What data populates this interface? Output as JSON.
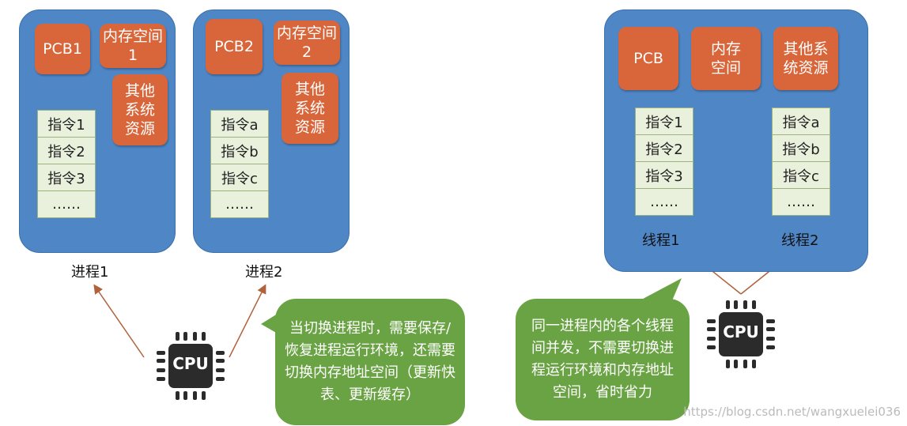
{
  "left": {
    "process1": {
      "pcb": "PCB1",
      "memory": "内存空间1",
      "other": "其他系统资源",
      "instructions": [
        "指令1",
        "指令2",
        "指令3",
        "……"
      ],
      "label": "进程1"
    },
    "process2": {
      "pcb": "PCB2",
      "memory": "内存空间2",
      "other": "其他系统资源",
      "instructions": [
        "指令a",
        "指令b",
        "指令c",
        "……"
      ],
      "label": "进程2"
    },
    "cpu": "CPU",
    "bubble": "当切换进程时，需要保存/恢复进程运行环境，还需要切换内存地址空间（更新快表、更新缓存）"
  },
  "right": {
    "process": {
      "pcb": "PCB",
      "memory": "内存空间",
      "other": "其他系统资源",
      "thread1": {
        "instructions": [
          "指令1",
          "指令2",
          "指令3",
          "……"
        ],
        "label": "线程1"
      },
      "thread2": {
        "instructions": [
          "指令a",
          "指令b",
          "指令c",
          "……"
        ],
        "label": "线程2"
      }
    },
    "cpu": "CPU",
    "bubble": "同一进程内的各个线程间并发，不需要切换进程运行环境和内存地址空间，省时省力"
  },
  "watermark": "https://blog.csdn.net/wangxuelei036",
  "colors": {
    "process": "#4f86c6",
    "resource": "#d9663a",
    "bubble": "#6aa343",
    "cpu": "#2b2b2b"
  }
}
